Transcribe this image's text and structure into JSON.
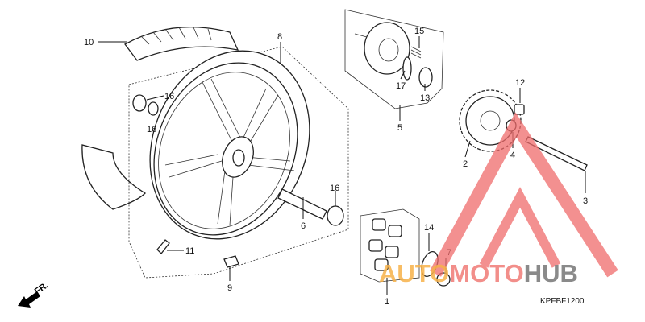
{
  "diagram": {
    "callouts": {
      "c10": "10",
      "c8": "8",
      "c16a": "16",
      "c16b": "16",
      "c16c": "16",
      "c15": "15",
      "c17": "17",
      "c13": "13",
      "c5": "5",
      "c12": "12",
      "c4": "4",
      "c2": "2",
      "c3": "3",
      "c6": "6",
      "c11": "11",
      "c9": "9",
      "c14": "14",
      "c7": "7",
      "c1": "1"
    },
    "part_code": "KPFBF1200",
    "direction_label": "FR."
  },
  "watermark": {
    "part1": "AUTO",
    "part2": "MOTO",
    "part3": "HUB",
    "colors": {
      "auto": "#f7b24a",
      "moto": "#f28e8a",
      "hub": "#8a8a8a",
      "triangle": "#ef6b6b"
    }
  }
}
